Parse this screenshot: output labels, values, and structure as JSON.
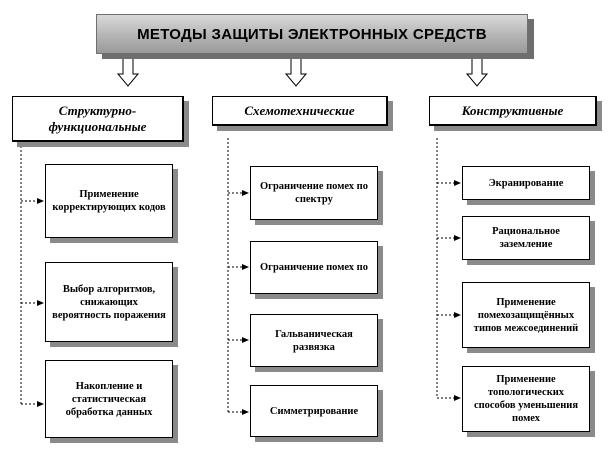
{
  "title": "МЕТОДЫ ЗАЩИТЫ ЭЛЕКТРОННЫХ СРЕДСТВ",
  "columns": [
    {
      "heading": "Структурно-функциональные",
      "items": [
        "Применение корректирующих кодов",
        "Выбор алгоритмов, снижающих вероятность поражения",
        "Накопление и статистическая обработка данных"
      ]
    },
    {
      "heading": "Схемотехнические",
      "items": [
        "Ограничение помех по спектру",
        "Ограничение помех по",
        "Гальваническая развязка",
        "Симметрирование"
      ]
    },
    {
      "heading": "Конструктивные",
      "items": [
        "Экранирование",
        "Рациональное заземление",
        "Применение помехозащищённых типов межсоединений",
        "Применение топологических способов уменьшения помех"
      ]
    }
  ]
}
